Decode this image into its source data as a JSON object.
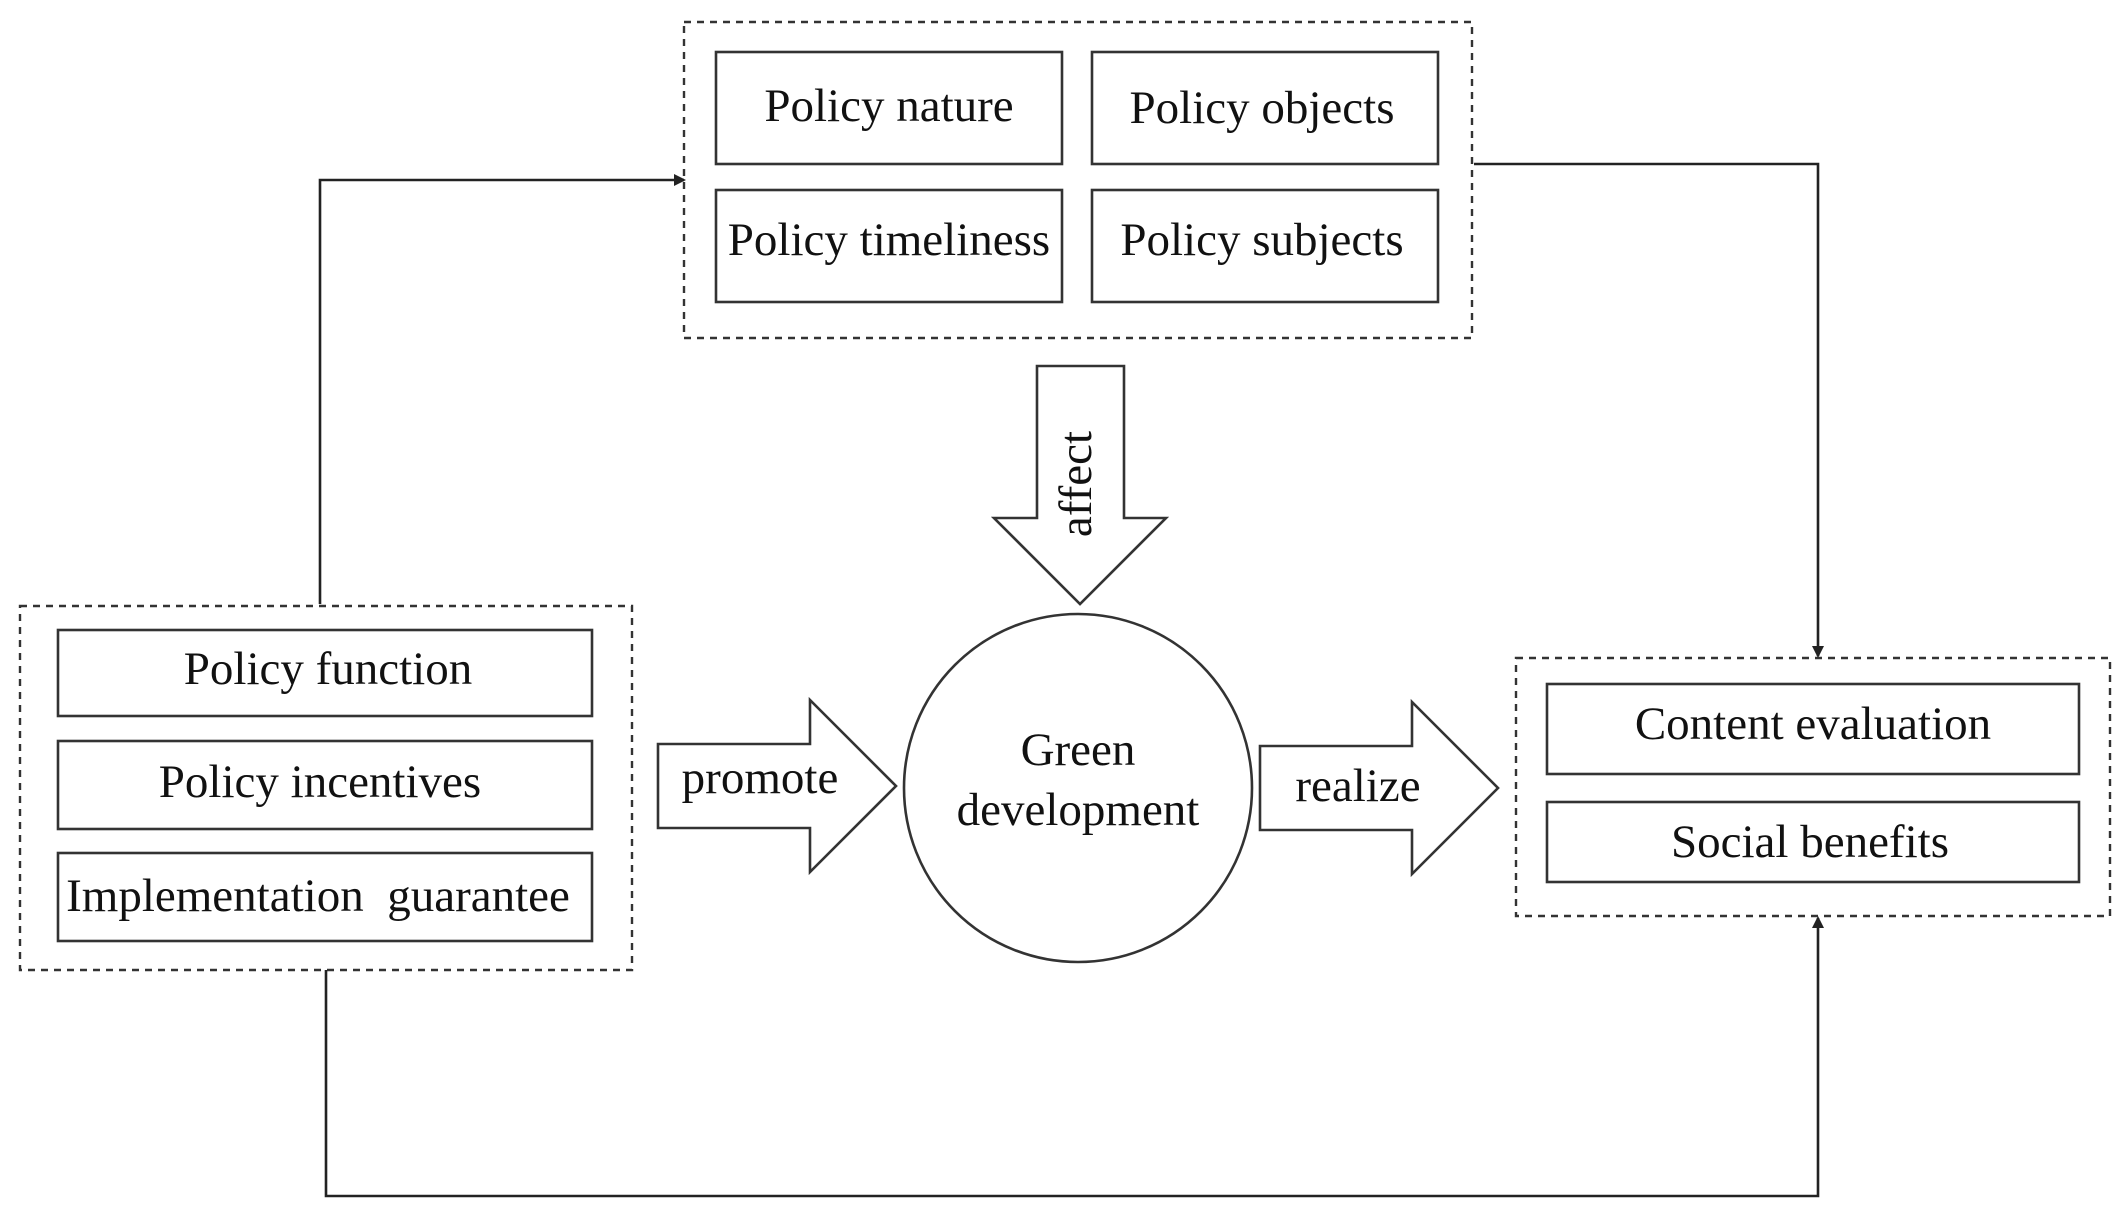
{
  "groups": {
    "policy_attributes": {
      "nature": "Policy nature",
      "objects": "Policy objects",
      "timeliness": "Policy timeliness",
      "subjects": "Policy subjects"
    },
    "policy_tools": {
      "function": "Policy function",
      "incentives": "Policy incentives",
      "guarantee": "Implementation  guarantee"
    },
    "outcomes": {
      "content_evaluation": "Content evaluation",
      "social_benefits": "Social benefits"
    }
  },
  "center": {
    "line1": "Green",
    "line2": "development"
  },
  "arrows": {
    "affect": "affect",
    "promote": "promote",
    "realize": "realize"
  },
  "colors": {
    "stroke": "#333333",
    "fill": "#ffffff",
    "text": "#111111"
  }
}
